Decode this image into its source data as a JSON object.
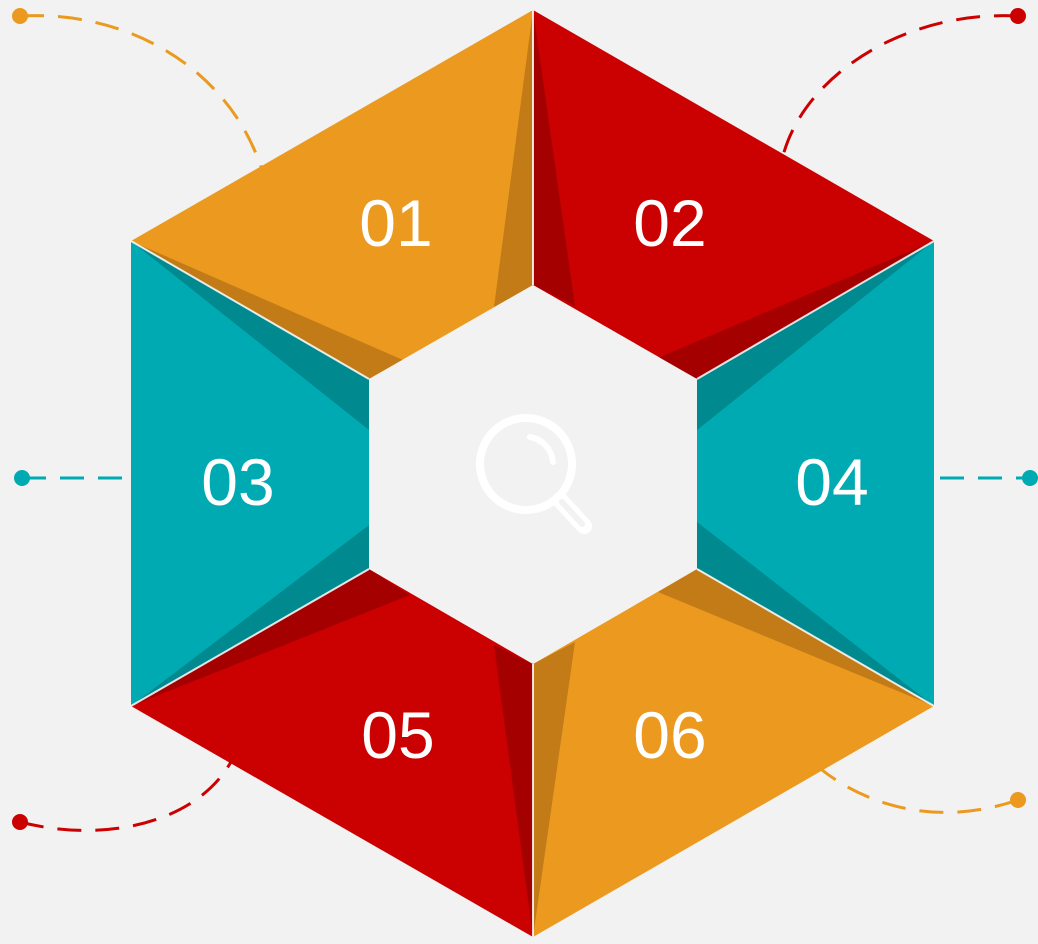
{
  "colors": {
    "background": "#f2f2f2",
    "orange": "#eb991f",
    "orange_shade": "#c27b17",
    "red": "#cb0000",
    "red_shade": "#a50000",
    "teal": "#00aab2",
    "teal_shade": "#008a8f",
    "center": "#f2f2f2",
    "label": "#ffffff"
  },
  "center": {
    "icon": "search-icon"
  },
  "segments": [
    {
      "id": "01",
      "label": "01",
      "color": "orange"
    },
    {
      "id": "02",
      "label": "02",
      "color": "red"
    },
    {
      "id": "03",
      "label": "03",
      "color": "teal"
    },
    {
      "id": "04",
      "label": "04",
      "color": "teal"
    },
    {
      "id": "05",
      "label": "05",
      "color": "red"
    },
    {
      "id": "06",
      "label": "06",
      "color": "orange"
    }
  ]
}
